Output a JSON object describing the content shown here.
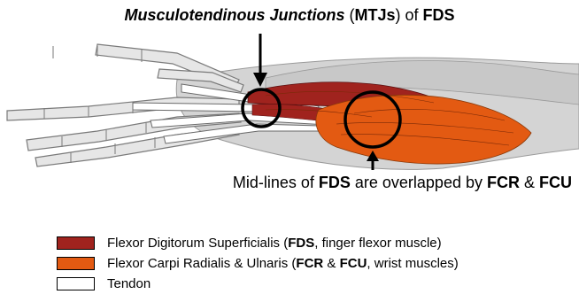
{
  "title": {
    "part1": "Musculotendinous Junctions",
    "part2": " (",
    "part3": "MTJs",
    "part4": ") of ",
    "part5": "FDS"
  },
  "note": {
    "part1": "Mid-lines of ",
    "part2": "FDS",
    "part3": " are overlapped by ",
    "part4": "FCR",
    "part5": " & ",
    "part6": "FCU"
  },
  "legend": [
    {
      "color": "#a0231e",
      "text1": "Flexor Digitorum Superficialis (",
      "bold1": "FDS",
      "text2": ", finger flexor muscle)",
      "bold2": "",
      "text3": ""
    },
    {
      "color": "#e35a12",
      "text1": "Flexor Carpi Radialis & Ulnaris (",
      "bold1": "FCR",
      "text2": " & ",
      "bold2": "FCU",
      "text3": ", wrist muscles)"
    },
    {
      "color": "#ffffff",
      "text1": "Tendon",
      "bold1": "",
      "text2": "",
      "bold2": "",
      "text3": ""
    }
  ],
  "colors": {
    "fds": "#a0231e",
    "fcr_fcu": "#e35a12",
    "tendon": "#ffffff",
    "bone": "#dcdcdc",
    "forearm": "#d4d4d4"
  }
}
